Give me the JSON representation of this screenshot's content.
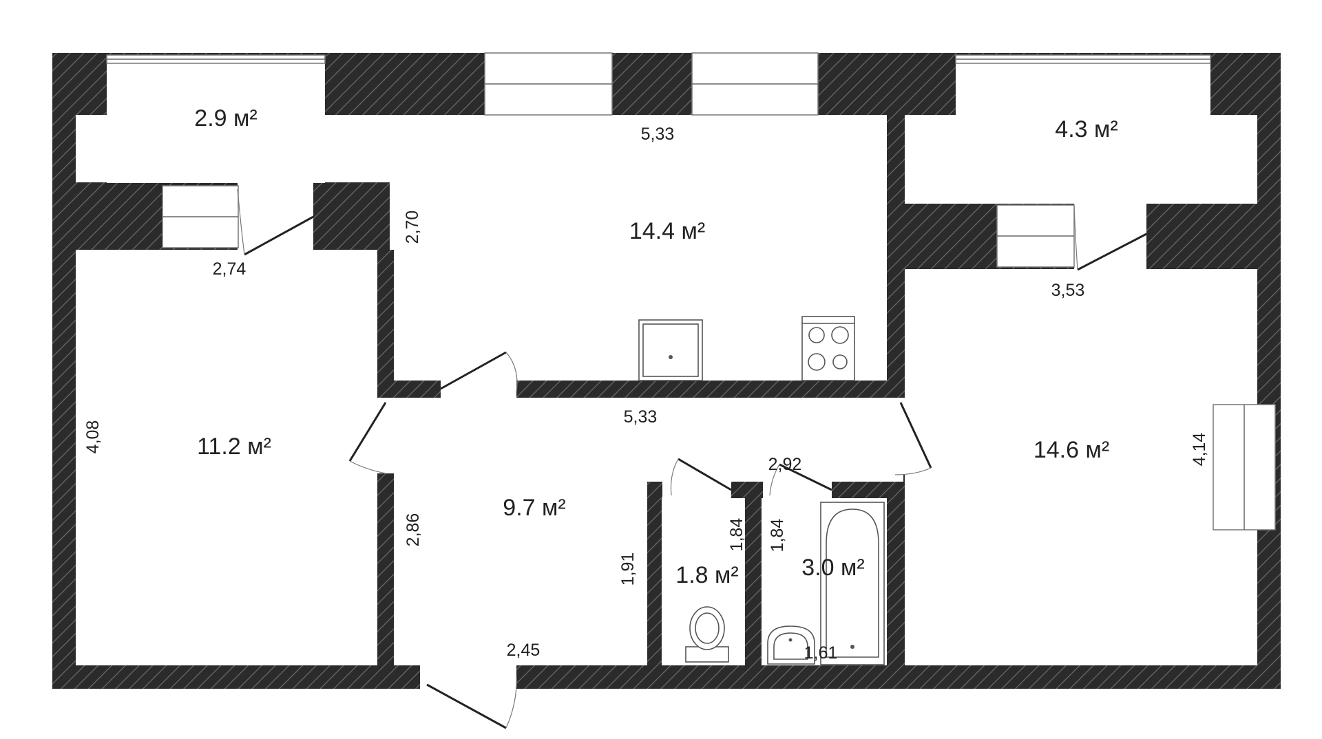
{
  "rooms": {
    "balcony_left": "2.9 м²",
    "kitchen": "14.4 м²",
    "balcony_right": "4.3 м²",
    "room_left": "11.2 м²",
    "hall": "9.7 м²",
    "toilet": "1.8 м²",
    "bathroom": "3.0 м²",
    "room_right": "14.6 м²"
  },
  "dimensions": {
    "kitchen_top_width": "5,33",
    "kitchen_left_height": "2,70",
    "balcony_left_width": "2,74",
    "balcony_right_width": "3,53",
    "kitchen_bottom_width": "5,33",
    "room_left_height": "4,08",
    "hall_bath_width": "2,92",
    "room_right_height": "4,14",
    "hall_left_height": "2,86",
    "toilet_height_left": "1,91",
    "toilet_height_right": "1,84",
    "bathroom_height": "1,84",
    "hall_bottom_width": "2,45",
    "bathroom_bottom_width": "1,61"
  },
  "colors": {
    "wall": "#2b2b2b",
    "hatch": "#6a6a6a",
    "background": "#ffffff"
  }
}
